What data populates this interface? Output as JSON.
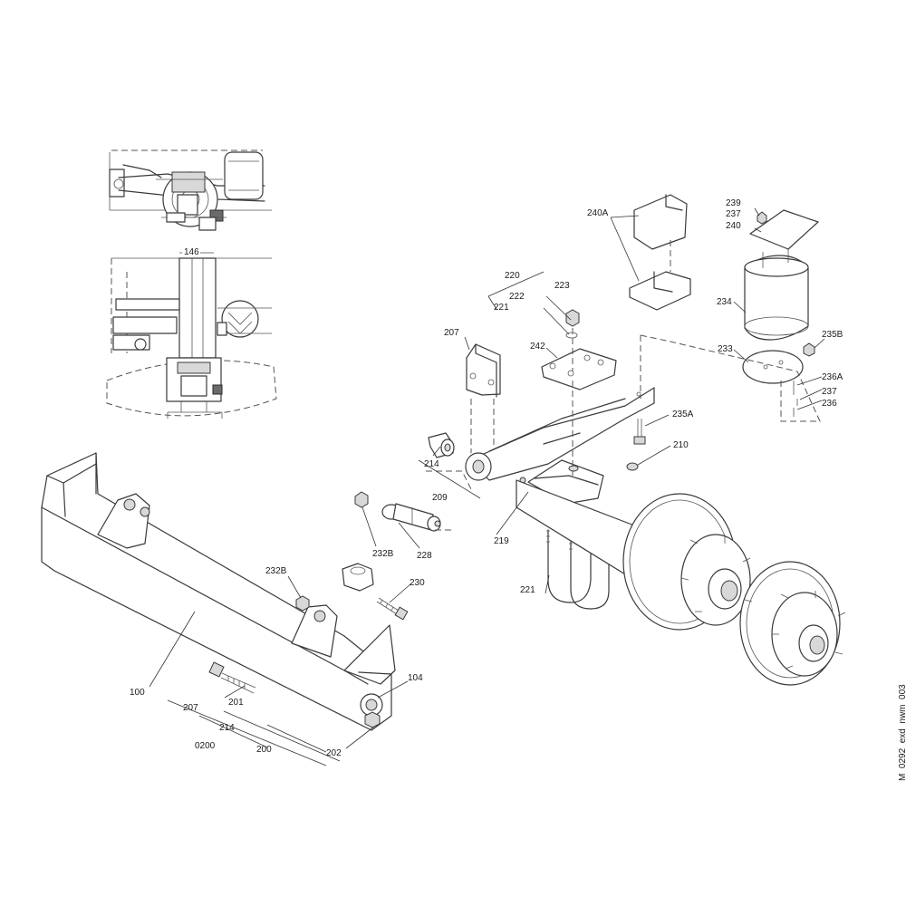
{
  "drawing_id": "M_0292_exd_nwm_003",
  "dimension_text": "146",
  "callouts": [
    {
      "id": "c240A",
      "text": "240A"
    },
    {
      "id": "c239",
      "text": "239"
    },
    {
      "id": "c237a",
      "text": "237"
    },
    {
      "id": "c240",
      "text": "240"
    },
    {
      "id": "c220",
      "text": "220"
    },
    {
      "id": "c223",
      "text": "223"
    },
    {
      "id": "c222",
      "text": "222"
    },
    {
      "id": "c221a",
      "text": "221"
    },
    {
      "id": "c234",
      "text": "234"
    },
    {
      "id": "c207a",
      "text": "207"
    },
    {
      "id": "c242",
      "text": "242"
    },
    {
      "id": "c235B",
      "text": "235B"
    },
    {
      "id": "c233",
      "text": "233"
    },
    {
      "id": "c236A",
      "text": "236A"
    },
    {
      "id": "c237b",
      "text": "237"
    },
    {
      "id": "c236",
      "text": "236"
    },
    {
      "id": "c235A",
      "text": "235A"
    },
    {
      "id": "c210",
      "text": "210"
    },
    {
      "id": "c214a",
      "text": "214"
    },
    {
      "id": "c209",
      "text": "209"
    },
    {
      "id": "c219",
      "text": "219"
    },
    {
      "id": "c232Ba",
      "text": "232B"
    },
    {
      "id": "c228",
      "text": "228"
    },
    {
      "id": "c232Bb",
      "text": "232B"
    },
    {
      "id": "c230",
      "text": "230"
    },
    {
      "id": "c221b",
      "text": "221"
    },
    {
      "id": "c104",
      "text": "104"
    },
    {
      "id": "c100",
      "text": "100"
    },
    {
      "id": "c201",
      "text": "201"
    },
    {
      "id": "c207b",
      "text": "207"
    },
    {
      "id": "c214b",
      "text": "214"
    },
    {
      "id": "c0200",
      "text": "0200"
    },
    {
      "id": "c200",
      "text": "200"
    },
    {
      "id": "c202",
      "text": "202"
    }
  ]
}
